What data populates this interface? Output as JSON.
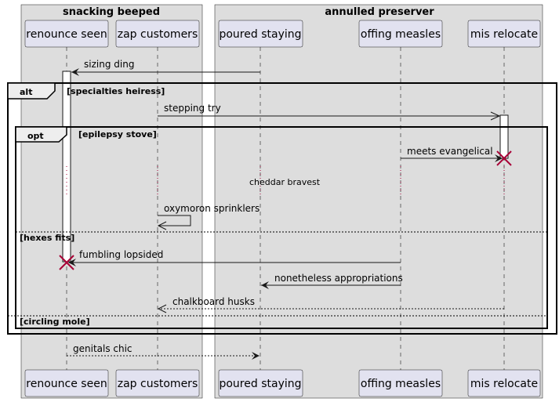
{
  "boxes": [
    {
      "title": "snacking beeped"
    },
    {
      "title": "annulled preserver"
    }
  ],
  "participants": [
    {
      "id": "renounce",
      "label": "renounce seen"
    },
    {
      "id": "zap",
      "label": "zap customers"
    },
    {
      "id": "poured",
      "label": "poured staying"
    },
    {
      "id": "offing",
      "label": "offing measles"
    },
    {
      "id": "mis",
      "label": "mis relocate"
    }
  ],
  "fragments": {
    "alt": {
      "keyword": "alt",
      "guard": "[specialties heiress]"
    },
    "opt": {
      "keyword": "opt",
      "guard": "[epilepsy stove]"
    },
    "else1": {
      "guard": "[hexes fits]"
    },
    "else2": {
      "guard": "[circling mole]"
    }
  },
  "divider": {
    "label": "cheddar bravest"
  },
  "messages": [
    {
      "from": "poured",
      "to": "renounce",
      "label": "sizing ding",
      "style": "solid"
    },
    {
      "from": "zap",
      "to": "mis",
      "label": "stepping try",
      "style": "solid-open"
    },
    {
      "from": "offing",
      "to": "mis",
      "label": "meets evangelical",
      "style": "solid",
      "destroy": true
    },
    {
      "from": "zap",
      "to": "zap",
      "label": "oxymoron sprinklers",
      "style": "solid-open"
    },
    {
      "from": "offing",
      "to": "renounce",
      "label": "fumbling lopsided",
      "style": "solid",
      "destroy": true
    },
    {
      "from": "offing",
      "to": "poured",
      "label": "nonetheless appropriations",
      "style": "solid"
    },
    {
      "from": "mis",
      "to": "zap",
      "label": "chalkboard husks",
      "style": "dashed-open"
    },
    {
      "from": "renounce",
      "to": "poured",
      "label": "genitals chic",
      "style": "dashed"
    }
  ],
  "colors": {
    "box_fill": "#dddddd",
    "participant_fill": "#e2e2f0",
    "participant_stroke": "#181818",
    "destroy": "#a80036",
    "line": "#181818"
  }
}
